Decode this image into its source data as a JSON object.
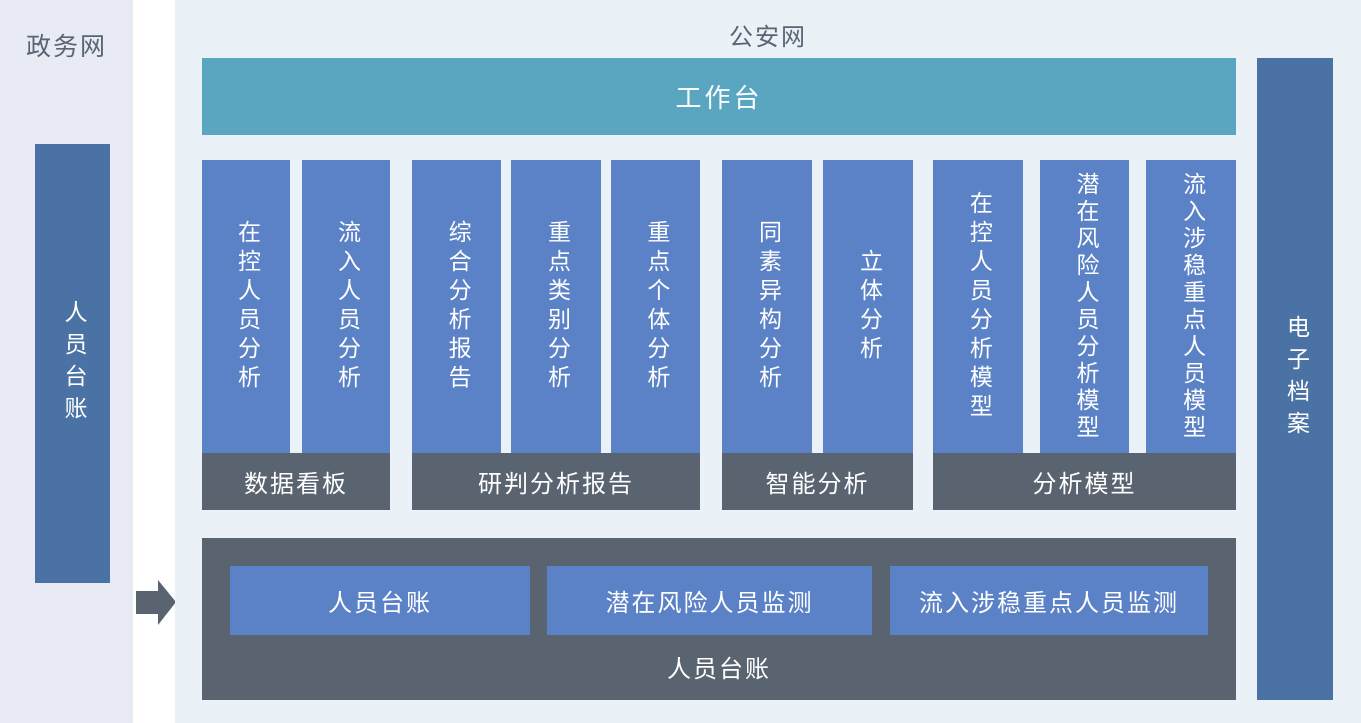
{
  "colors": {
    "left_panel_bg": "#E8EBF4",
    "main_panel_bg": "#EAF2F7",
    "workbench_teal": "#5AA5C0",
    "column_blue": "#5B82C6",
    "side_bar_blue": "#4B72A4",
    "dark_slate": "#5A6470",
    "title_text": "#5A6573",
    "white_text": "#FFFFFF"
  },
  "left_panel": {
    "title": "政务网",
    "bar_label": "人员台账"
  },
  "arrow_icon": "right-arrow",
  "main_panel": {
    "title": "公安网",
    "workbench_label": "工作台",
    "groups": [
      {
        "footer": "数据看板",
        "columns": [
          "在控人员分析",
          "流入人员分析"
        ]
      },
      {
        "footer": "研判分析报告",
        "columns": [
          "综合分析报告",
          "重点类别分析",
          "重点个体分析"
        ]
      },
      {
        "footer": "智能分析",
        "columns": [
          "同素异构分析",
          "立体分析"
        ]
      },
      {
        "footer": "分析模型",
        "columns": [
          "在控人员分析模型",
          "潜在风险人员分析模型",
          "流入涉稳重点人员模型"
        ]
      }
    ],
    "bottom_panel": {
      "buttons": [
        "人员台账",
        "潜在风险人员监测",
        "流入涉稳重点人员监测"
      ],
      "footer": "人员台账"
    },
    "right_bar_label": "电子档案"
  }
}
